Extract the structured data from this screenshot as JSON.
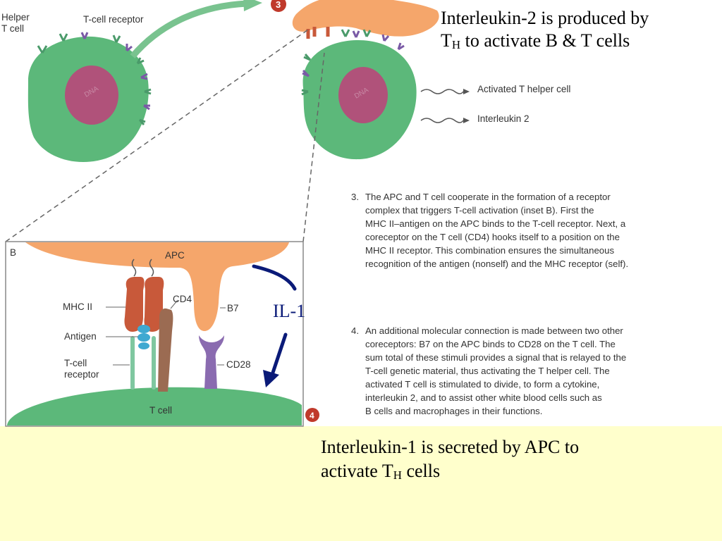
{
  "panel_top": {
    "helper_label": "Helper\nT cell",
    "tcr_label": "T-cell receptor",
    "step3_badge": "3",
    "legend": [
      {
        "text": "Activated T helper cell"
      },
      {
        "text": "Interleukin 2"
      }
    ],
    "nucleus_text_left": "DNA",
    "nucleus_text_right": "DNA"
  },
  "inset": {
    "inset_label": "B",
    "apc_label": "APC",
    "mhc_label": "MHC II",
    "antigen_label": "Antigen",
    "tcr_label": "T-cell\nreceptor",
    "cd4_label": "CD4",
    "b7_label": "B7",
    "cd28_label": "CD28",
    "tcell_label": "T cell",
    "step4_badge": "4"
  },
  "arrow_label": "IL-1",
  "il2_note": {
    "line1": "Interleukin-2 is produced by",
    "line2_prefix": "T",
    "line2_sub": "H",
    "line2_suffix": " to activate B & T cells"
  },
  "il1_note": {
    "line1": "Interleukin-1 is secreted by APC to",
    "line2_prefix": "activate T",
    "line2_sub": "H",
    "line2_suffix": " cells"
  },
  "steps": [
    {
      "num": "3.",
      "text": "The APC and T cell cooperate in the formation of a receptor\ncomplex that triggers T-cell activation (inset B). First the\nMHC II–antigen on the APC binds to the T-cell receptor. Next, a\ncoreceptor on the T cell (CD4) hooks itself to a position on the\nMHC II receptor. This combination ensures the simultaneous\nrecognition of the antigen (nonself) and the MHC receptor (self)."
    },
    {
      "num": "4.",
      "text": "An additional molecular connection is made between two other\ncoreceptors: B7 on the APC binds to CD28 on the T cell. The\nsum total of these stimuli provides a signal that is relayed to the\nT-cell genetic material, thus activating the T helper cell. The\nactivated T cell is stimulated to divide, to form a cytokine,\ninterleukin 2, and to assist other white blood cells such as\nB cells and macrophages in their functions."
    }
  ],
  "colors": {
    "apc": "#f5a66b",
    "tcell": "#5cb87a",
    "nucleus": "#b0527a",
    "mhc": "#c8593a",
    "antigen": "#3fa9d1",
    "cd4": "#9b6b52",
    "cd28": "#8a6bb0",
    "arrow": "#0a1a78",
    "badge": "#c0392b",
    "note_bg": "#ffffcc"
  }
}
